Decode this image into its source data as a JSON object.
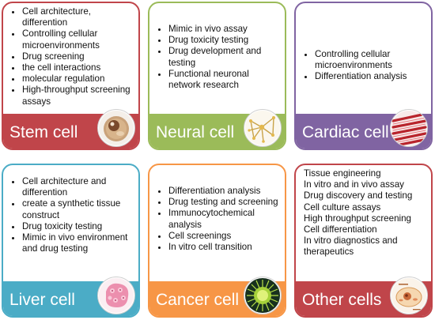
{
  "cards": [
    {
      "title": "Stem cell",
      "color": "#c0454a",
      "icon": "stem-cell-icon",
      "items": [
        "Cell architecture, differention",
        "Controlling cellular microenvironments",
        "Drug screening",
        "the cell interactions",
        "molecular regulation",
        "High-throughput screening assays"
      ]
    },
    {
      "title": "Neural cell",
      "color": "#9bbb59",
      "icon": "neural-network-icon",
      "items": [
        "Mimic in vivo assay",
        "Drug toxicity testing",
        "Drug development and testing",
        "Functional neuronal network research"
      ]
    },
    {
      "title": "Cardiac cell",
      "color": "#8064a2",
      "icon": "cardiac-muscle-icon",
      "items": [
        "Controlling cellular microenvironments",
        "Differentiation analysis"
      ]
    },
    {
      "title": "Liver cell",
      "color": "#4bacc6",
      "icon": "liver-tissue-icon",
      "items": [
        "Cell architecture and differention",
        "create a synthetic tissue construct",
        "Drug toxicity testing",
        "Mimic in vivo environment and drug testing"
      ]
    },
    {
      "title": "Cancer cell",
      "color": "#f79646",
      "icon": "cancer-cell-icon",
      "items": [
        "Differentiation analysis",
        "Drug testing and screening",
        "Immunocytochemical analysis",
        "Cell screenings",
        "In vitro cell transition"
      ]
    },
    {
      "title": "Other cells",
      "color": "#c0454a",
      "icon": "cell-diagram-icon",
      "items": [
        "Tissue engineering",
        "In vitro and in vivo assay",
        "Drug discovery and testing",
        "Cell culture assays",
        "High throughput screening",
        "Cell differentiation",
        "In vitro diagnostics and therapeutics"
      ]
    }
  ]
}
